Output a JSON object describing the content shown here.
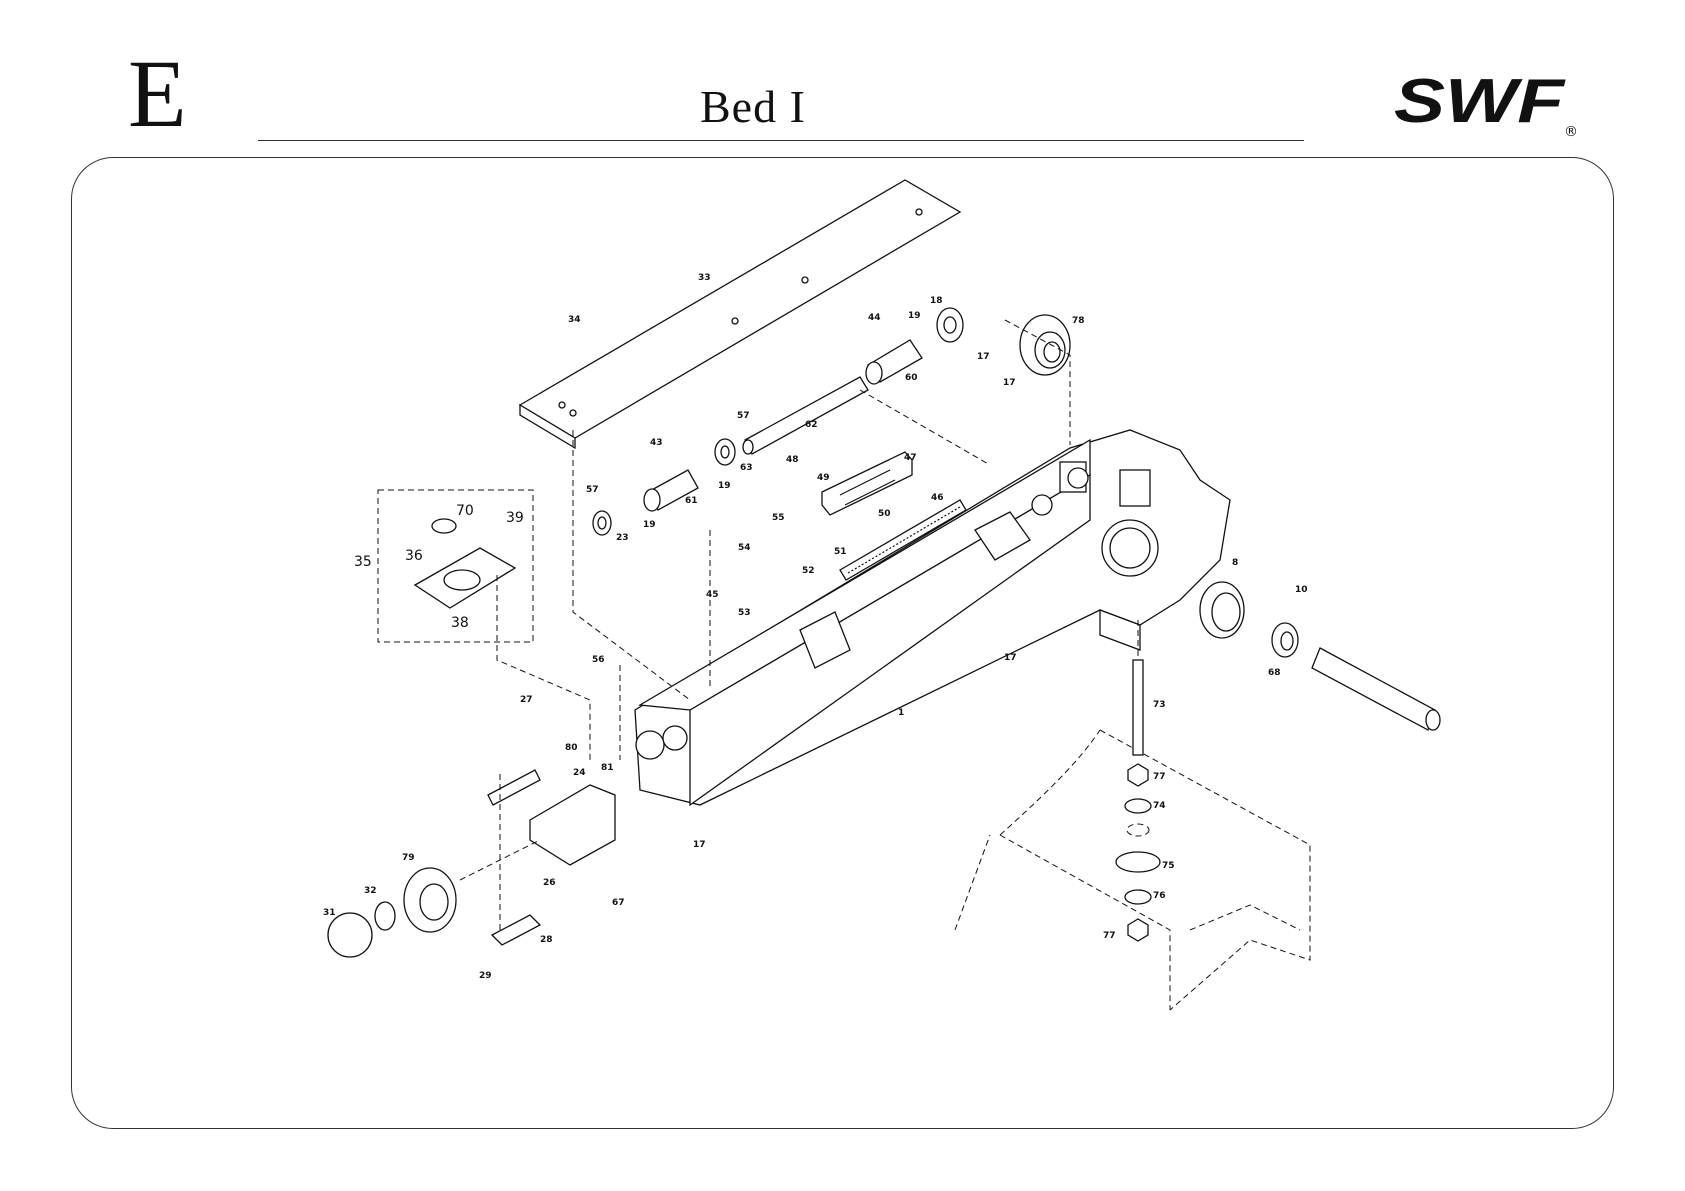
{
  "header": {
    "section_letter": "E",
    "title": "Bed I",
    "brand": "SWF",
    "brand_mark": "®"
  },
  "callouts": [
    {
      "id": "c33",
      "label": "33"
    },
    {
      "id": "c34",
      "label": "34"
    },
    {
      "id": "c44",
      "label": "44"
    },
    {
      "id": "c19a",
      "label": "19"
    },
    {
      "id": "c18",
      "label": "18"
    },
    {
      "id": "c78",
      "label": "78"
    },
    {
      "id": "c17a",
      "label": "17"
    },
    {
      "id": "c17b",
      "label": "17"
    },
    {
      "id": "c60",
      "label": "60"
    },
    {
      "id": "c62",
      "label": "62"
    },
    {
      "id": "c57a",
      "label": "57"
    },
    {
      "id": "c43",
      "label": "43"
    },
    {
      "id": "c63",
      "label": "63"
    },
    {
      "id": "c19b",
      "label": "19"
    },
    {
      "id": "c61",
      "label": "61"
    },
    {
      "id": "c57b",
      "label": "57"
    },
    {
      "id": "c19c",
      "label": "19"
    },
    {
      "id": "c23",
      "label": "23"
    },
    {
      "id": "c48",
      "label": "48"
    },
    {
      "id": "c49",
      "label": "49"
    },
    {
      "id": "c47",
      "label": "47"
    },
    {
      "id": "c46",
      "label": "46"
    },
    {
      "id": "c50",
      "label": "50"
    },
    {
      "id": "c55",
      "label": "55"
    },
    {
      "id": "c54",
      "label": "54"
    },
    {
      "id": "c51",
      "label": "51"
    },
    {
      "id": "c52",
      "label": "52"
    },
    {
      "id": "c45",
      "label": "45"
    },
    {
      "id": "c53",
      "label": "53"
    },
    {
      "id": "c70",
      "label": "70"
    },
    {
      "id": "c39",
      "label": "39"
    },
    {
      "id": "c35",
      "label": "35"
    },
    {
      "id": "c36",
      "label": "36"
    },
    {
      "id": "c38",
      "label": "38"
    },
    {
      "id": "c8",
      "label": "8"
    },
    {
      "id": "c10",
      "label": "10"
    },
    {
      "id": "c68",
      "label": "68"
    },
    {
      "id": "c17c",
      "label": "17"
    },
    {
      "id": "c56",
      "label": "56"
    },
    {
      "id": "c1",
      "label": "1"
    },
    {
      "id": "c27",
      "label": "27"
    },
    {
      "id": "c80",
      "label": "80"
    },
    {
      "id": "c24",
      "label": "24"
    },
    {
      "id": "c81",
      "label": "81"
    },
    {
      "id": "c73",
      "label": "73"
    },
    {
      "id": "c77a",
      "label": "77"
    },
    {
      "id": "c74",
      "label": "74"
    },
    {
      "id": "c17d",
      "label": "17"
    },
    {
      "id": "c79",
      "label": "79"
    },
    {
      "id": "c26",
      "label": "26"
    },
    {
      "id": "c67",
      "label": "67"
    },
    {
      "id": "c75",
      "label": "75"
    },
    {
      "id": "c32",
      "label": "32"
    },
    {
      "id": "c76",
      "label": "76"
    },
    {
      "id": "c31",
      "label": "31"
    },
    {
      "id": "c28",
      "label": "28"
    },
    {
      "id": "c77b",
      "label": "77"
    },
    {
      "id": "c29",
      "label": "29"
    }
  ]
}
